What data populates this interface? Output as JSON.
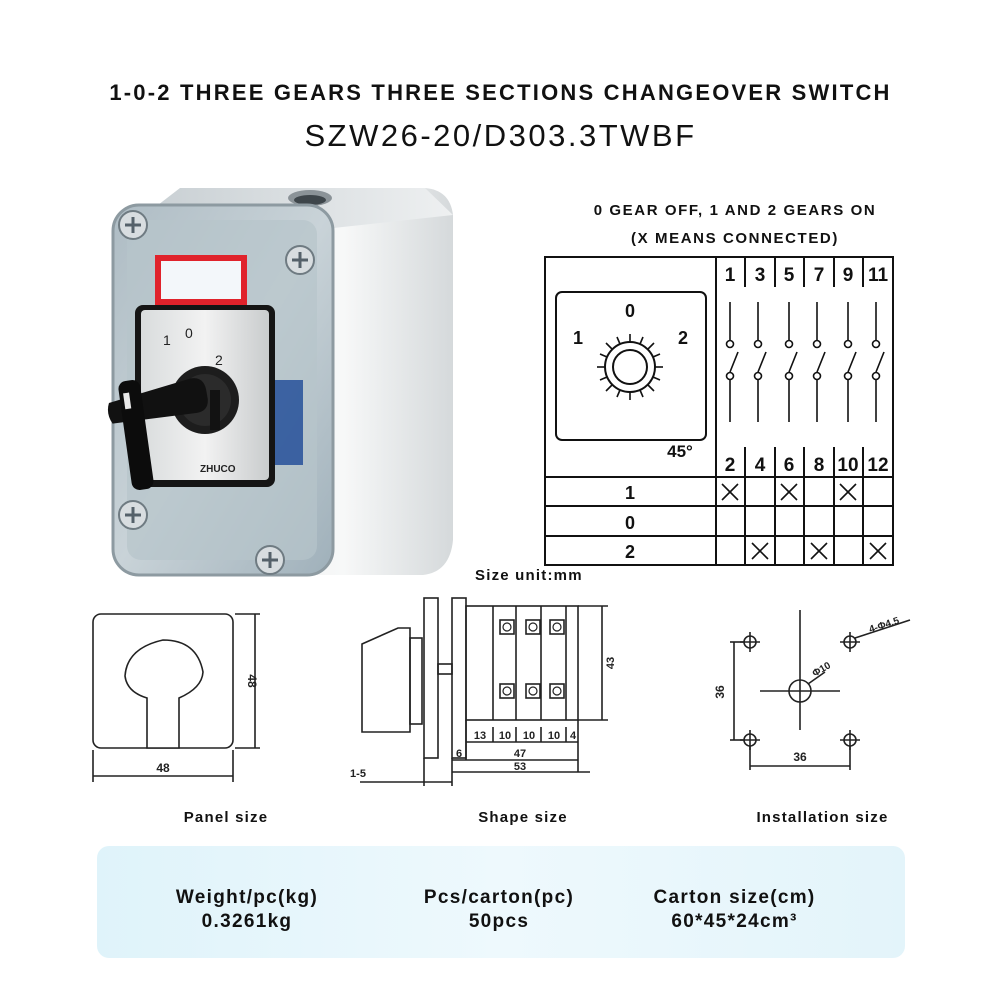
{
  "header": {
    "title": "1-0-2 THREE GEARS THREE SECTIONS CHANGEOVER SWITCH",
    "model": "SZW26-20/D303.3TWBF"
  },
  "product_photo": {
    "brand": "ZHUCO",
    "dial_labels": [
      "1",
      "0",
      "2"
    ]
  },
  "diagram": {
    "caption_line1": "0 GEAR OFF, 1 AND 2 GEARS ON",
    "caption_line2": "(X MEANS CONNECTED)",
    "terminals_top": [
      "1",
      "3",
      "5",
      "7",
      "9",
      "11"
    ],
    "terminals_bottom": [
      "2",
      "4",
      "6",
      "8",
      "10",
      "12"
    ],
    "dial_positions": [
      "1",
      "0",
      "2"
    ],
    "angle": "45°",
    "rows": [
      {
        "position": "1",
        "marks": [
          "X",
          "",
          "X",
          "",
          "X",
          ""
        ]
      },
      {
        "position": "0",
        "marks": [
          "",
          "",
          "",
          "",
          "",
          ""
        ]
      },
      {
        "position": "2",
        "marks": [
          "",
          "X",
          "",
          "X",
          "",
          "X"
        ]
      }
    ]
  },
  "size_unit": "Size unit:mm",
  "panel_drawing": {
    "width": "48",
    "height": "48",
    "caption": "Panel size"
  },
  "shape_drawing": {
    "height": "43",
    "segments": [
      "13",
      "10",
      "10",
      "10",
      "4"
    ],
    "dim_6": "6",
    "dim_47": "47",
    "dim_53": "53",
    "dim_1_5": "1-5",
    "caption": "Shape size"
  },
  "install_drawing": {
    "holes": "4-Φ4.5",
    "center": "Φ10",
    "height": "36",
    "width": "36",
    "caption": "Installation size"
  },
  "specs": [
    {
      "label": "Weight/pc(kg)",
      "value": "0.3261kg"
    },
    {
      "label": "Pcs/carton(pc)",
      "value": "50pcs"
    },
    {
      "label": "Carton size(cm)",
      "value": "60*45*24cm³"
    }
  ]
}
